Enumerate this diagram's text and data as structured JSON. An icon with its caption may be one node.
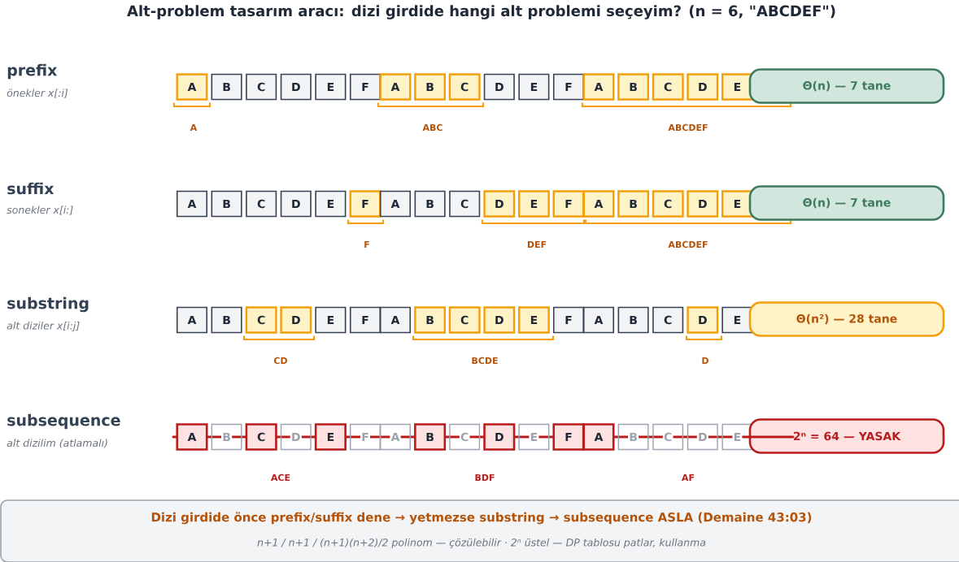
{
  "diagram": {
    "title": "Alt-problem tasarım aracı: dizi girdide hangi alt problemi seçeyim? (n = 6, \"ABCDEF\")",
    "nodes": [
      {
        "text": [
          "A"
        ]
      },
      {
        "text": [
          "B"
        ]
      },
      {
        "text": [
          "C"
        ]
      },
      {
        "text": [
          "D"
        ]
      },
      {
        "text": [
          "E"
        ]
      },
      {
        "text": [
          "F"
        ]
      },
      {
        "text": [
          "A"
        ]
      },
      {
        "text": [
          "B"
        ]
      },
      {
        "text": [
          "C"
        ]
      },
      {
        "text": [
          "D"
        ]
      },
      {
        "text": [
          "E"
        ]
      },
      {
        "text": [
          "F"
        ]
      },
      {
        "text": [
          "A"
        ]
      },
      {
        "text": [
          "B"
        ]
      },
      {
        "text": [
          "C"
        ]
      },
      {
        "text": [
          "D"
        ]
      },
      {
        "text": [
          "E"
        ]
      },
      {
        "text": [
          "Θ(n) — 7 tane"
        ]
      },
      {
        "text": [
          "A"
        ]
      },
      {
        "text": [
          "B"
        ]
      },
      {
        "text": [
          "C"
        ]
      },
      {
        "text": [
          "D"
        ]
      },
      {
        "text": [
          "E"
        ]
      },
      {
        "text": [
          "F"
        ]
      },
      {
        "text": [
          "A"
        ]
      },
      {
        "text": [
          "B"
        ]
      },
      {
        "text": [
          "C"
        ]
      },
      {
        "text": [
          "D"
        ]
      },
      {
        "text": [
          "E"
        ]
      },
      {
        "text": [
          "F"
        ]
      },
      {
        "text": [
          "A"
        ]
      },
      {
        "text": [
          "B"
        ]
      },
      {
        "text": [
          "C"
        ]
      },
      {
        "text": [
          "D"
        ]
      },
      {
        "text": [
          "E"
        ]
      },
      {
        "text": [
          "Θ(n) — 7 tane"
        ]
      },
      {
        "text": [
          "A"
        ]
      },
      {
        "text": [
          "B"
        ]
      },
      {
        "text": [
          "C"
        ]
      },
      {
        "text": [
          "D"
        ]
      },
      {
        "text": [
          "E"
        ]
      },
      {
        "text": [
          "F"
        ]
      },
      {
        "text": [
          "A"
        ]
      },
      {
        "text": [
          "B"
        ]
      },
      {
        "text": [
          "C"
        ]
      },
      {
        "text": [
          "D"
        ]
      },
      {
        "text": [
          "E"
        ]
      },
      {
        "text": [
          "F"
        ]
      },
      {
        "text": [
          "A"
        ]
      },
      {
        "text": [
          "B"
        ]
      },
      {
        "text": [
          "C"
        ]
      },
      {
        "text": [
          "D"
        ]
      },
      {
        "text": [
          "E"
        ]
      },
      {
        "text": [
          "Θ(n²) — 28 tane"
        ]
      },
      {
        "text": [
          "A"
        ]
      },
      {
        "text": [
          "B"
        ]
      },
      {
        "text": [
          "C"
        ]
      },
      {
        "text": [
          "D"
        ]
      },
      {
        "text": [
          "E"
        ]
      },
      {
        "text": [
          "F"
        ]
      },
      {
        "text": [
          "A"
        ]
      },
      {
        "text": [
          "B"
        ]
      },
      {
        "text": [
          "C"
        ]
      },
      {
        "text": [
          "D"
        ]
      },
      {
        "text": [
          "E"
        ]
      },
      {
        "text": [
          "F"
        ]
      },
      {
        "text": [
          "A"
        ]
      },
      {
        "text": [
          "B"
        ]
      },
      {
        "text": [
          "C"
        ]
      },
      {
        "text": [
          "D"
        ]
      },
      {
        "text": [
          "E"
        ]
      },
      {
        "text": [
          "2ⁿ = 64 — YASAK"
        ]
      },
      {
        "text": [
          "Dizi girdide önce prefix/suffix dene → yetmezse substring → subsequence ASLA (Demaine 43:03)",
          "n+1 / n+1 / (n+1)(n+2)/2 polinom — çözülebilir · 2ⁿ üstel — DP tablosu patlar, kullanma"
        ]
      }
    ],
    "labels": [
      "prefix",
      "önekler x[:i]",
      "A",
      "ABC",
      "ABCDEF",
      "suffix",
      "sonekler x[i:]",
      "F",
      "DEF",
      "ABCDEF",
      "substring",
      "alt diziler x[i:j]",
      "CD",
      "BCDE",
      "D",
      "subsequence",
      "alt dizilim (atlamalı)",
      "ACE",
      "BDF",
      "AF"
    ]
  }
}
